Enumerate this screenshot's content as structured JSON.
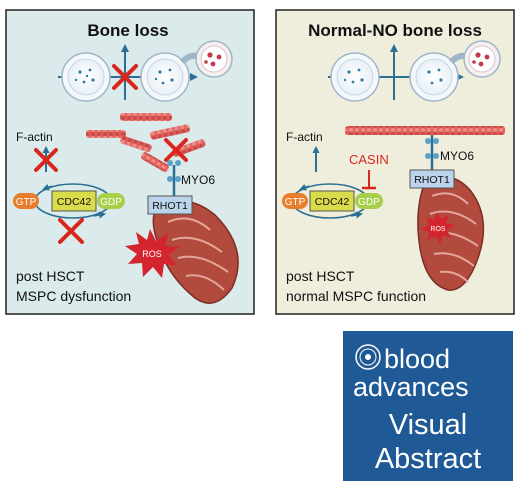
{
  "panels": {
    "left": {
      "title": "Bone loss",
      "factin": "F-actin",
      "myo6": "MYO6",
      "rhot1": "RHOT1",
      "gtp": "GTP",
      "cdc42": "CDC42",
      "gdp": "GDP",
      "ros": "ROS",
      "caption_line1": "post HSCT",
      "caption_line2": "MSPC dysfunction",
      "background": "#dbeaea"
    },
    "right": {
      "title": "Normal-NO bone loss",
      "factin": "F-actin",
      "casin": "CASIN",
      "myo6": "MYO6",
      "rhot1": "RHOT1",
      "gtp": "GTP",
      "cdc42": "CDC42",
      "gdp": "GDP",
      "ros": "ROS",
      "caption_line1": "post HSCT",
      "caption_line2": "normal MSPC function",
      "background": "#efeedd"
    }
  },
  "logo": {
    "line1": "blood",
    "line2": "advances",
    "line3": "Visual",
    "line4": "Abstract",
    "background": "#1f5a96"
  },
  "colors": {
    "gtp": "#e87d2c",
    "cdc42": "#d9dc4a",
    "gdp": "#a7cf4a",
    "arrow": "#2a6f94",
    "cross": "#d9261c",
    "casin": "#d9261c",
    "actin": "#e0605c",
    "mito": "#b24b3e",
    "ros": "#d4252e",
    "rhot1_fill": "#bcd3ec"
  }
}
